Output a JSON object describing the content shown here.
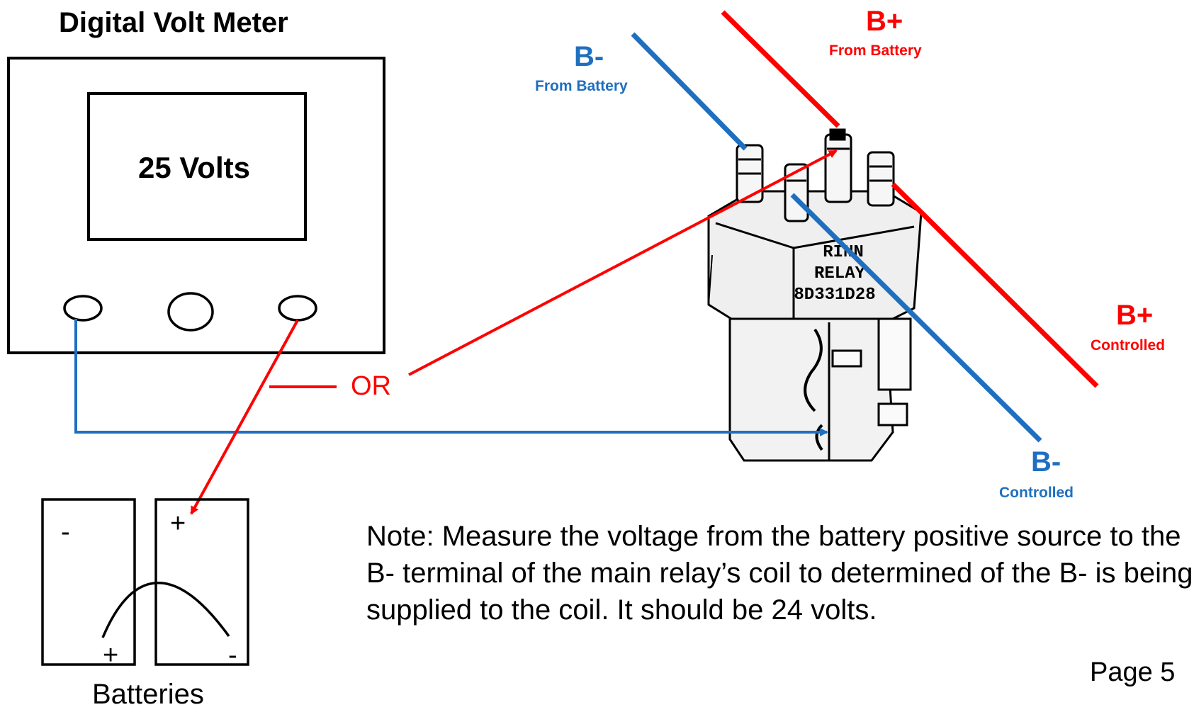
{
  "meter": {
    "title": "Digital Volt Meter",
    "reading": "25 Volts"
  },
  "probe_option": "OR",
  "relay": {
    "body_text": [
      "RINN",
      "RELAY",
      "8D331D28"
    ],
    "terminals": {
      "b_minus_battery": {
        "symbol": "B-",
        "caption": "From Battery"
      },
      "b_plus_battery": {
        "symbol": "B+",
        "caption": "From Battery"
      },
      "b_plus_controlled": {
        "symbol": "B+",
        "caption": "Controlled"
      },
      "b_minus_controlled": {
        "symbol": "B-",
        "caption": "Controlled"
      }
    }
  },
  "batteries": {
    "label": "Batteries",
    "left_top": "-",
    "right_top": "+",
    "left_bottom": "+",
    "right_bottom": "-"
  },
  "note": "Note: Measure the voltage from the battery positive source to the B- terminal of the main relay’s coil to determined of the B- is being supplied to the coil. It should be 24 volts.",
  "page": "Page 5",
  "colors": {
    "positive_wire": "#ff0000",
    "negative_wire": "#1f6fc0",
    "outline": "#000000"
  }
}
